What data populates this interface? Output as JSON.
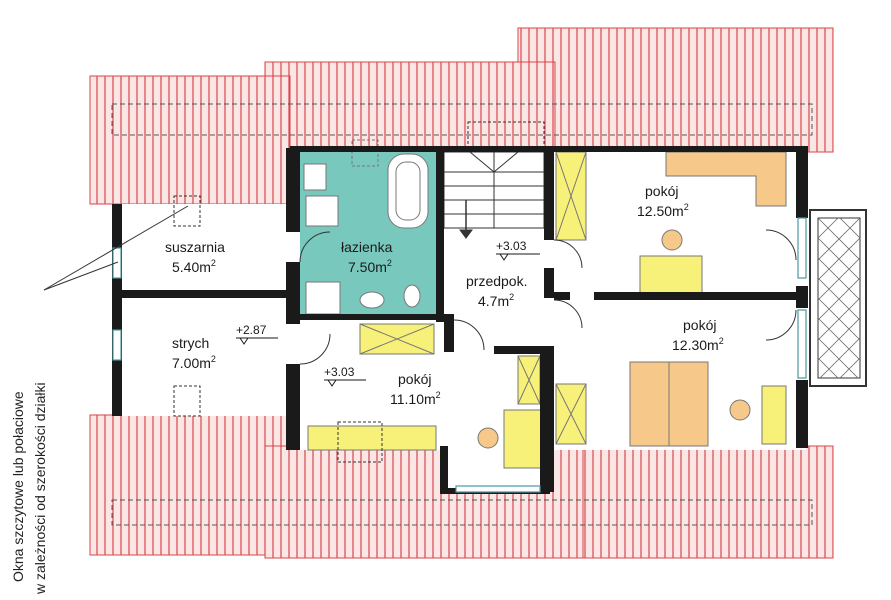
{
  "colors": {
    "roof_fill": "#fbe6e6",
    "roof_lines": "#d9464b",
    "wall": "#1a1a1a",
    "bathroom": "#78c8be",
    "furniture_yellow": "#f7f17a",
    "furniture_orange": "#f6c88a"
  },
  "rooms": [
    {
      "id": "suszarnia",
      "name": "suszarnia",
      "area": "5.40m",
      "sup": "2"
    },
    {
      "id": "strych",
      "name": "strych",
      "area": "7.00m",
      "sup": "2"
    },
    {
      "id": "lazienka",
      "name": "łazienka",
      "area": "7.50m",
      "sup": "2"
    },
    {
      "id": "przedpokoj",
      "name": "przedpok.",
      "area": "4.7m",
      "sup": "2"
    },
    {
      "id": "pokoj-1",
      "name": "pokój",
      "area": "12.50m",
      "sup": "2"
    },
    {
      "id": "pokoj-2",
      "name": "pokój",
      "area": "12.30m",
      "sup": "2"
    },
    {
      "id": "pokoj-3",
      "name": "pokój",
      "area": "11.10m",
      "sup": "2"
    }
  ],
  "levels": [
    "+3.03",
    "+2.87",
    "+3.03"
  ],
  "side_note": {
    "line1": "Okna szczytowe lub połaciowe",
    "line2": "w zależności od szerokości działki"
  }
}
